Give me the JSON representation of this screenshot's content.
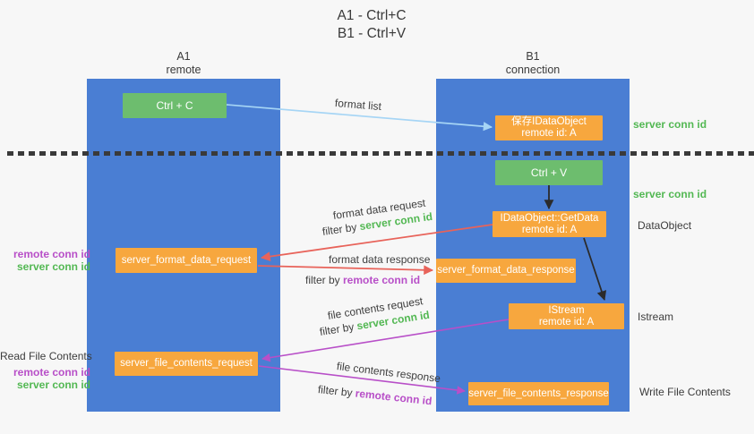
{
  "page": {
    "title_line1": "A1 - Ctrl+C",
    "title_line2": "B1 - Ctrl+V"
  },
  "columns": {
    "left": {
      "title": "A1",
      "subtitle": "remote"
    },
    "right": {
      "title": "B1",
      "subtitle": "connection"
    }
  },
  "nodes": {
    "ctrl_c": {
      "label": "Ctrl + C"
    },
    "save_dataobject": {
      "line1": "保存IDataObject",
      "line2": "remote id: A"
    },
    "ctrl_v": {
      "label": "Ctrl + V"
    },
    "getdata": {
      "line1": "IDataObject::GetData",
      "line2": "remote id: A"
    },
    "format_request": {
      "label": "server_format_data_request"
    },
    "format_response": {
      "label": "server_format_data_response"
    },
    "istream": {
      "line1": "IStream",
      "line2": "remote id: A"
    },
    "file_request": {
      "label": "server_file_contents_request"
    },
    "file_response": {
      "label": "server_file_contents_response"
    }
  },
  "arrows": {
    "format_list": {
      "label": "format list"
    },
    "format_data_request": {
      "label": "format data request",
      "filter_prefix": "filter by ",
      "filter_id": "server conn id"
    },
    "format_data_response": {
      "label": "format data response",
      "filter_prefix": "filter by ",
      "filter_id": "remote conn id"
    },
    "file_contents_request": {
      "label": "file contents request",
      "filter_prefix": "filter by ",
      "filter_id": "server conn id"
    },
    "file_contents_response": {
      "label": "file contents response",
      "filter_prefix": "filter by ",
      "filter_id": "remote conn id"
    }
  },
  "side_labels": {
    "server_conn_id_top": "server conn id",
    "server_conn_id_mid": "server conn id",
    "dataobject": "DataObject",
    "istream": "Istream",
    "write_file_contents": "Write File Contents",
    "read_file_contents": "Read File Contents",
    "left_top": {
      "remote": "remote conn id",
      "server": "server conn id"
    },
    "left_bottom": {
      "remote": "remote conn id",
      "server": "server conn id"
    }
  },
  "colors": {
    "column_blue": "#4a7ed3",
    "box_green": "#6dbd6e",
    "box_orange": "#f7a73e",
    "conn_green": "#53b853",
    "conn_magenta": "#b84fc8",
    "arrow_red": "#e8635a",
    "arrow_blue": "#a6d5f5",
    "arrow_dark": "#2b2b2b",
    "text_dark": "#3c3c3c",
    "background": "#f7f7f7"
  }
}
